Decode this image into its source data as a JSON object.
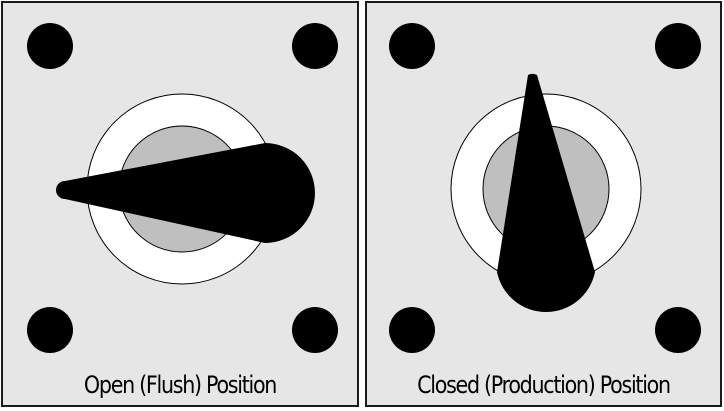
{
  "panels": [
    {
      "caption": "Open (Flush) Position",
      "state": "open",
      "handle_angle_deg": 270
    },
    {
      "caption": "Closed (Production) Position",
      "state": "closed",
      "handle_angle_deg": 0
    }
  ],
  "colors": {
    "panel_bg": "#e6e6e6",
    "border": "#1a1a1a",
    "bolt": "#000000",
    "outer_ring": "#ffffff",
    "inner_disc": "#bfbfbf",
    "handle": "#000000"
  },
  "icons": [
    "mounting-bolt-icon",
    "valve-handle-icon"
  ]
}
